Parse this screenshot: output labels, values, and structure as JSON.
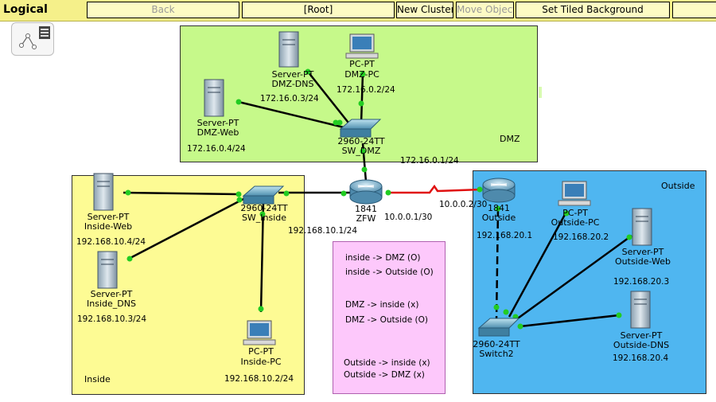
{
  "toolbar": {
    "view_title": "Logical",
    "back_label": "Back",
    "root_label": "[Root]",
    "new_cluster_label": "New Cluster",
    "move_object_label": "Move Object",
    "set_background_label": "Set Tiled Background"
  },
  "clusters": {
    "dmz": "DMZ",
    "inside": "Inside",
    "outside": "Outside"
  },
  "devices": {
    "dmz_dns": {
      "type": "Server-PT",
      "name": "DMZ-DNS",
      "ip": "172.16.0.3/24"
    },
    "dmz_pc": {
      "type": "PC-PT",
      "name": "DMZ-PC",
      "ip": "172.16.0.2/24"
    },
    "dmz_web": {
      "type": "Server-PT",
      "name": "DMZ-Web",
      "ip": "172.16.0.4/24"
    },
    "sw_dmz": {
      "type": "2960-24TT",
      "name": "SW_DMZ"
    },
    "zfw": {
      "type": "1841",
      "name": "ZFW",
      "ip_dmz": "172.16.0.1/24",
      "ip_inside": "192.168.10.1/24",
      "ip_outside": "10.0.0.1/30"
    },
    "outside_router": {
      "type": "1841",
      "name": "Outside",
      "ip_wan": "10.0.0.2/30",
      "ip_lan": "192.168.20.1"
    },
    "inside_web": {
      "type": "Server-PT",
      "name": "Inside-Web",
      "ip": "192.168.10.4/24"
    },
    "inside_dns": {
      "type": "Server-PT",
      "name": "Inside_DNS",
      "ip": "192.168.10.3/24"
    },
    "sw_inside": {
      "type": "2960-24TT",
      "name": "SW_Inside"
    },
    "inside_pc": {
      "type": "PC-PT",
      "name": "Inside-PC",
      "ip": "192.168.10.2/24"
    },
    "outside_pc": {
      "type": "PC-PT",
      "name": "Outside-PC",
      "ip": "192.168.20.2"
    },
    "outside_web": {
      "type": "Server-PT",
      "name": "Outside-Web",
      "ip": "192.168.20.3"
    },
    "outside_dns": {
      "type": "Server-PT",
      "name": "Outside-DNS",
      "ip": "192.168.20.4"
    },
    "switch2": {
      "type": "2960-24TT",
      "name": "Switch2"
    }
  },
  "policy": [
    "inside -> DMZ (O)",
    "inside -> Outside (O)",
    "DMZ -> inside (x)",
    "DMZ -> Outside (O)",
    "Outside -> inside (x)",
    "Outside -> DMZ (x)"
  ],
  "colors": {
    "toolbar": "#f5f08a",
    "dmz": "#c6f98a",
    "inside": "#fdfb94",
    "outside": "#4fb6f0",
    "policy": "#fdc8fb",
    "link": "#000000",
    "serial_link": "#e01010",
    "port_up": "#22cc22"
  }
}
